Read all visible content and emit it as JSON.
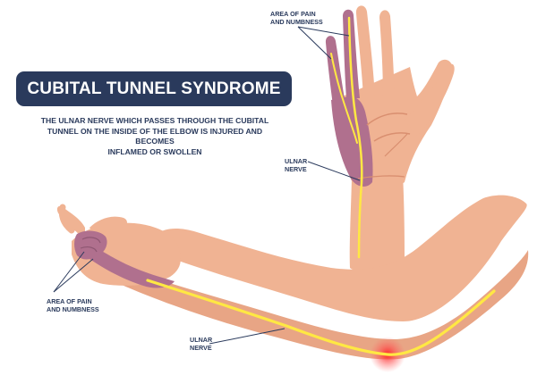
{
  "title": "CUBITAL TUNNEL SYNDROME",
  "description": [
    "THE ULNAR NERVE WHICH PASSES THROUGH THE CUBITAL",
    "TUNNEL ON THE INSIDE OF THE ELBOW IS INJURED AND BECOMES",
    "INFLAMED OR SWOLLEN"
  ],
  "labels": {
    "hand_pain": [
      "AREA OF PAIN",
      "AND NUMBNESS"
    ],
    "hand_nerve": [
      "ULNAR",
      "NERVE"
    ],
    "arm_pain": [
      "AREA OF PAIN",
      "AND NUMBNESS"
    ],
    "arm_nerve": [
      "ULNAR",
      "NERVE"
    ]
  },
  "colors": {
    "skin": "#f0b393",
    "skin_shadow": "#e39f7e",
    "numb_area": "#b0708e",
    "nerve": "#ffe843",
    "nerve_edge": "#e8c100",
    "inflammation": "#ff3b3b",
    "text": "#2a3a5c",
    "title_bg": "#2a3a5c"
  }
}
